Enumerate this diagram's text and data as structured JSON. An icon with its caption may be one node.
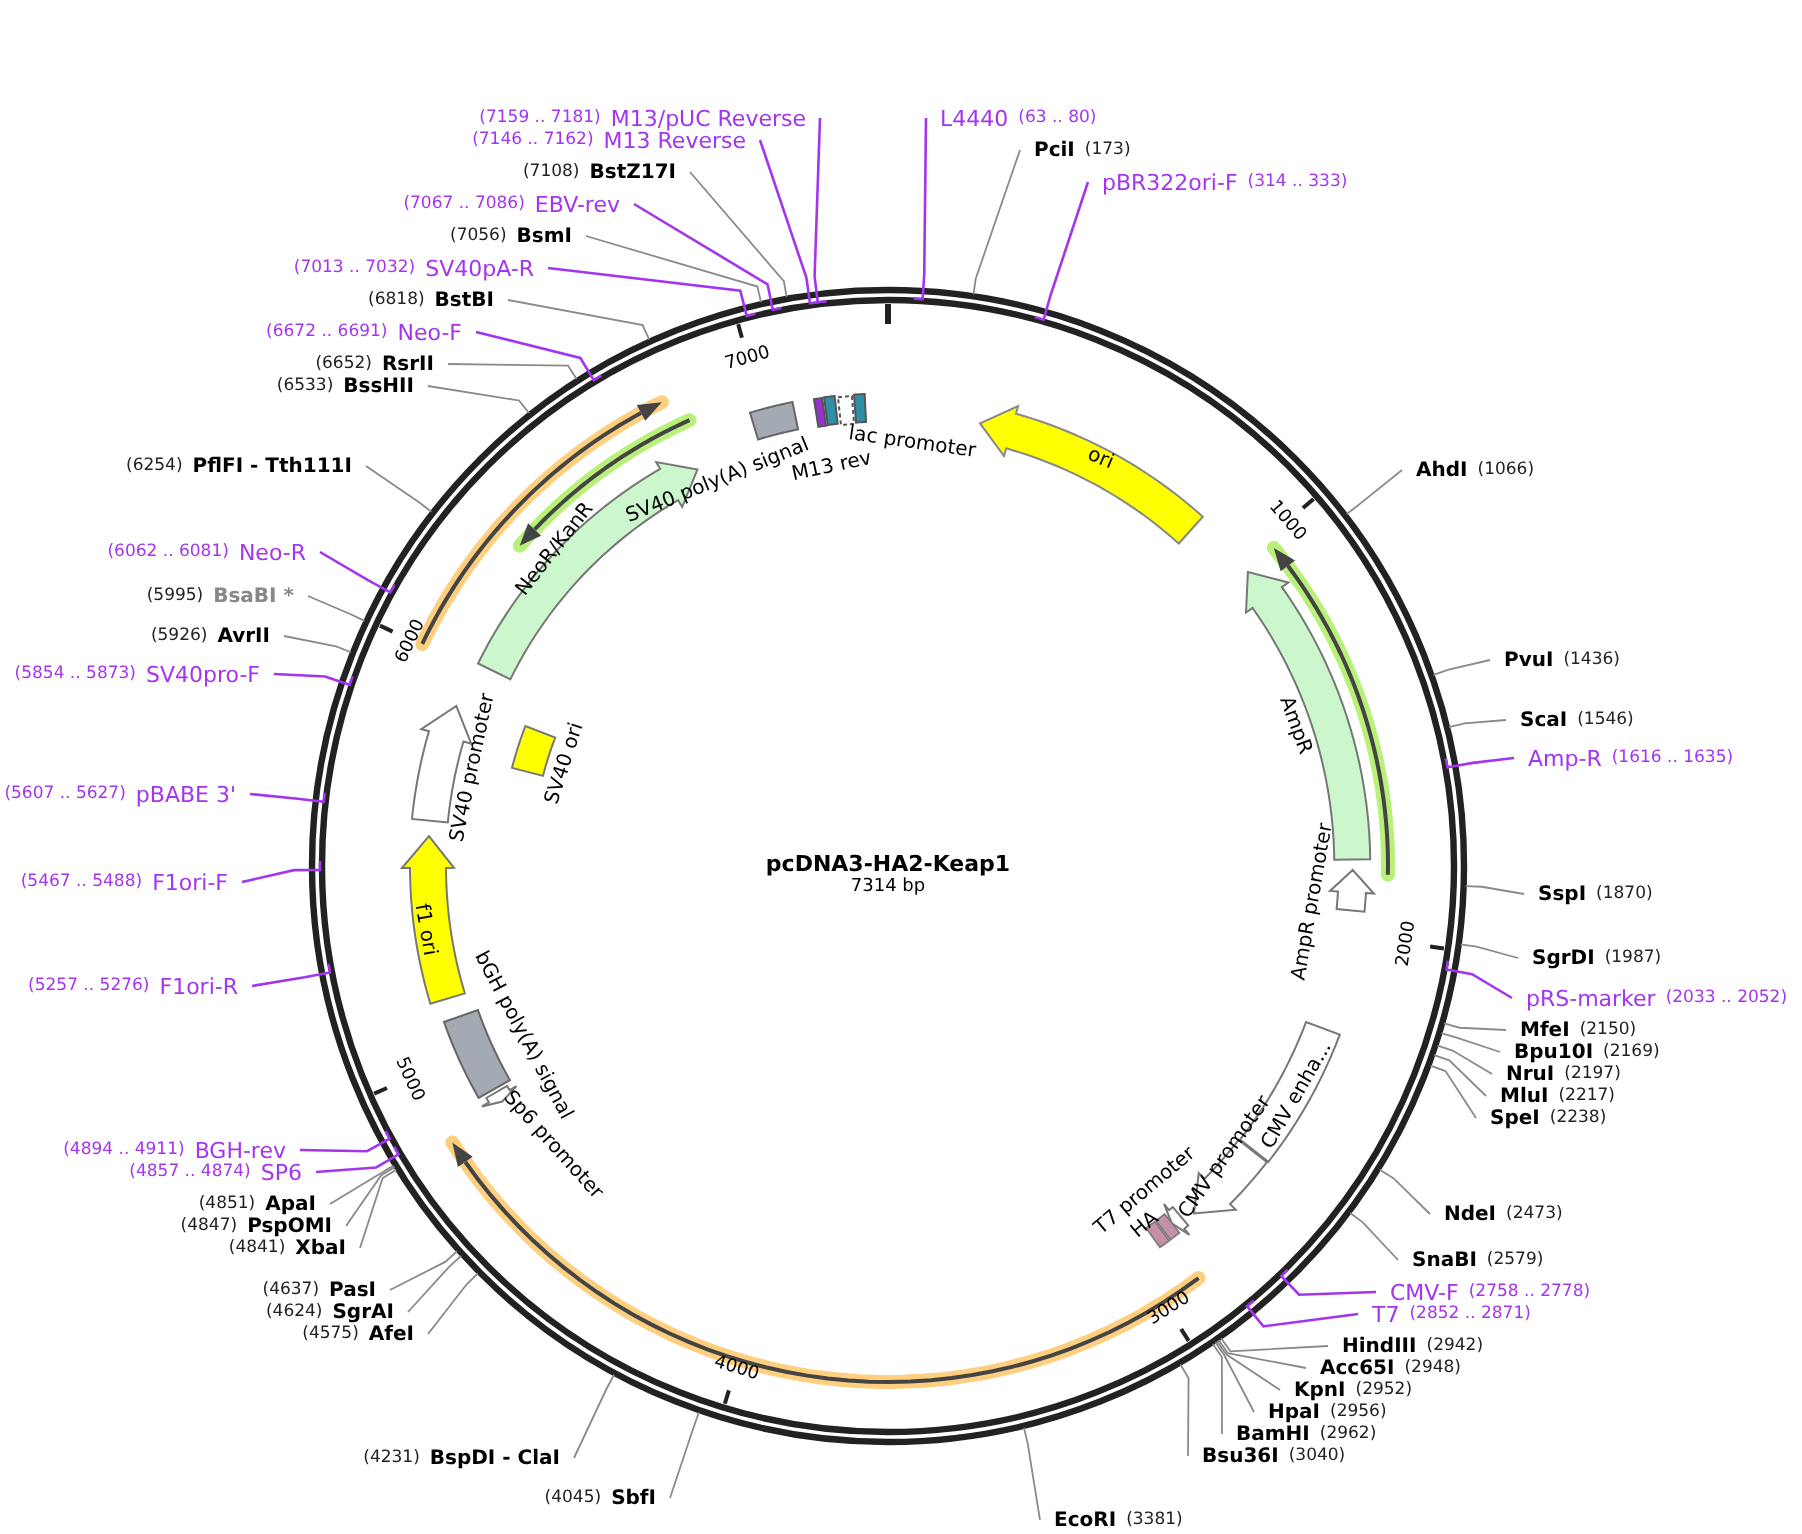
{
  "diagram": {
    "title": "pcDNA3-HA2-Keap1",
    "nodes": [
      {
        "text": [
          "(7159 .. 7181)",
          "M13/pUC Reverse"
        ]
      },
      {
        "text": [
          "(7146 .. 7162)",
          "M13 Reverse"
        ]
      },
      {
        "text": [
          "(7108)",
          "BstZ17I"
        ]
      },
      {
        "text": [
          "(7067 .. 7086)",
          "EBV-rev"
        ]
      },
      {
        "text": [
          "(7056)",
          "BsmI"
        ]
      },
      {
        "text": [
          "(7013 .. 7032)",
          "SV40pA-R"
        ]
      },
      {
        "text": [
          "(6818)",
          "BstBI"
        ]
      },
      {
        "text": [
          "(6672 .. 6691)",
          "Neo-F"
        ]
      },
      {
        "text": [
          "(6652)",
          "RsrII"
        ]
      },
      {
        "text": [
          "(6533)",
          "BssHII"
        ]
      },
      {
        "text": [
          "(6254)",
          "PflFI - Tth111I"
        ]
      },
      {
        "text": [
          "(6062 .. 6081)",
          "Neo-R"
        ]
      },
      {
        "text": [
          "(5995)",
          "BsaBI *"
        ]
      },
      {
        "text": [
          "(5926)",
          "AvrII"
        ]
      },
      {
        "text": [
          "(5854 .. 5873)",
          "SV40pro-F"
        ]
      },
      {
        "text": [
          "(5607 .. 5627)",
          "pBABE 3'"
        ]
      },
      {
        "text": [
          "(5467 .. 5488)",
          "F1ori-F"
        ]
      },
      {
        "text": [
          "(5257 .. 5276)",
          "F1ori-R"
        ]
      },
      {
        "text": [
          "(4894 .. 4911)",
          "BGH-rev"
        ]
      },
      {
        "text": [
          "(4857 .. 4874)",
          "SP6"
        ]
      },
      {
        "text": [
          "(4851)",
          "ApaI"
        ]
      },
      {
        "text": [
          "(4847)",
          "PspOMI"
        ]
      },
      {
        "text": [
          "(4841)",
          "XbaI"
        ]
      },
      {
        "text": [
          "(4637)",
          "PasI"
        ]
      },
      {
        "text": [
          "(4624)",
          "SgrAI"
        ]
      },
      {
        "text": [
          "(4575)",
          "AfeI"
        ]
      },
      {
        "text": [
          "(4231)",
          "BspDI - ClaI"
        ]
      },
      {
        "text": [
          "(4045)",
          "SbfI"
        ]
      },
      {
        "text": [
          "EcoRI",
          "(3381)"
        ]
      },
      {
        "text": [
          "Bsu36I",
          "(3040)"
        ]
      },
      {
        "text": [
          "BamHI",
          "(2962)"
        ]
      },
      {
        "text": [
          "HpaI",
          "(2956)"
        ]
      },
      {
        "text": [
          "KpnI",
          "(2952)"
        ]
      },
      {
        "text": [
          "Acc65I",
          "(2948)"
        ]
      },
      {
        "text": [
          "HindIII",
          "(2942)"
        ]
      },
      {
        "text": [
          "T7",
          "(2852 .. 2871)"
        ]
      },
      {
        "text": [
          "CMV-F",
          "(2758 .. 2778)"
        ]
      },
      {
        "text": [
          "SnaBI",
          "(2579)"
        ]
      },
      {
        "text": [
          "NdeI",
          "(2473)"
        ]
      },
      {
        "text": [
          "SpeI",
          "(2238)"
        ]
      },
      {
        "text": [
          "MluI",
          "(2217)"
        ]
      },
      {
        "text": [
          "NruI",
          "(2197)"
        ]
      },
      {
        "text": [
          "Bpu10I",
          "(2169)"
        ]
      },
      {
        "text": [
          "MfeI",
          "(2150)"
        ]
      },
      {
        "text": [
          "pRS-marker",
          "(2033 .. 2052)"
        ]
      },
      {
        "text": [
          "SgrDI",
          "(1987)"
        ]
      },
      {
        "text": [
          "SspI",
          "(1870)"
        ]
      },
      {
        "text": [
          "Amp-R",
          "(1616 .. 1635)"
        ]
      },
      {
        "text": [
          "ScaI",
          "(1546)"
        ]
      },
      {
        "text": [
          "PvuI",
          "(1436)"
        ]
      },
      {
        "text": [
          "AhdI",
          "(1066)"
        ]
      },
      {
        "text": [
          "pBR322ori-F",
          "(314 .. 333)"
        ]
      },
      {
        "text": [
          "PciI",
          "(173)"
        ]
      },
      {
        "text": [
          "L4440",
          "(63 .. 80)"
        ]
      },
      {
        "text": [
          "M13 rev"
        ]
      },
      {
        "text": [],
        "shape": "box"
      },
      {
        "text": [
          "lac promoter"
        ]
      },
      {
        "text": [],
        "shape": "box"
      },
      {
        "text": [
          "ori"
        ]
      },
      {
        "text": [
          "AmpR"
        ]
      },
      {
        "text": [
          "AmpR promoter"
        ]
      },
      {
        "text": [
          "CMV enha..."
        ]
      },
      {
        "text": [
          "CMV promoter"
        ]
      },
      {
        "text": [
          "T7 promoter"
        ]
      },
      {
        "text": [
          "HA"
        ]
      },
      {
        "text": [
          "bGH poly(A) signal"
        ]
      },
      {
        "text": [
          "Sp6 promoter"
        ]
      },
      {
        "text": [
          "f1 ori"
        ]
      },
      {
        "text": [
          "SV40 promoter"
        ]
      },
      {
        "text": [
          "SV40 ori"
        ]
      },
      {
        "text": [
          "NeoR/KanR"
        ]
      },
      {
        "text": [
          "SV40 poly(A) signal"
        ]
      }
    ],
    "edges": [
      {
        "from": 0,
        "to": null,
        "arrow": "none",
        "color": "#a335ee"
      },
      {
        "from": 1,
        "to": null,
        "arrow": "none",
        "color": "#a335ee"
      },
      {
        "from": 2,
        "to": null,
        "arrow": "none"
      },
      {
        "from": 3,
        "to": null,
        "arrow": "none",
        "color": "#a335ee"
      },
      {
        "from": 4,
        "to": null,
        "arrow": "none"
      },
      {
        "from": 5,
        "to": null,
        "arrow": "none",
        "color": "#a335ee"
      },
      {
        "from": 6,
        "to": null,
        "arrow": "none"
      },
      {
        "from": 7,
        "to": null,
        "arrow": "none",
        "color": "#a335ee"
      },
      {
        "from": 8,
        "to": null,
        "arrow": "none"
      },
      {
        "from": 9,
        "to": null,
        "arrow": "none"
      },
      {
        "from": 10,
        "to": null,
        "arrow": "none"
      },
      {
        "from": 11,
        "to": null,
        "arrow": "none",
        "color": "#a335ee"
      },
      {
        "from": 12,
        "to": null,
        "arrow": "none"
      },
      {
        "from": 13,
        "to": null,
        "arrow": "none"
      },
      {
        "from": 14,
        "to": null,
        "arrow": "none",
        "color": "#a335ee"
      },
      {
        "from": 15,
        "to": null,
        "arrow": "none",
        "color": "#a335ee"
      },
      {
        "from": 16,
        "to": null,
        "arrow": "none",
        "color": "#a335ee"
      },
      {
        "from": 17,
        "to": null,
        "arrow": "none",
        "color": "#a335ee"
      },
      {
        "from": 18,
        "to": null,
        "arrow": "none",
        "color": "#a335ee"
      },
      {
        "from": 19,
        "to": null,
        "arrow": "none",
        "color": "#a335ee"
      },
      {
        "from": 20,
        "to": null,
        "arrow": "none"
      },
      {
        "from": 21,
        "to": null,
        "arrow": "none"
      },
      {
        "from": 22,
        "to": null,
        "arrow": "none"
      },
      {
        "from": 23,
        "to": null,
        "arrow": "none"
      },
      {
        "from": 24,
        "to": null,
        "arrow": "none"
      },
      {
        "from": 25,
        "to": null,
        "arrow": "none"
      },
      {
        "from": 26,
        "to": null,
        "arrow": "none"
      },
      {
        "from": 27,
        "to": null,
        "arrow": "none"
      },
      {
        "from": 28,
        "to": null,
        "arrow": "none"
      },
      {
        "from": 29,
        "to": null,
        "arrow": "none"
      },
      {
        "from": 30,
        "to": null,
        "arrow": "none"
      },
      {
        "from": 31,
        "to": null,
        "arrow": "none"
      },
      {
        "from": 32,
        "to": null,
        "arrow": "none"
      },
      {
        "from": 33,
        "to": null,
        "arrow": "none"
      },
      {
        "from": 34,
        "to": null,
        "arrow": "none"
      },
      {
        "from": 35,
        "to": null,
        "arrow": "none",
        "color": "#a335ee"
      },
      {
        "from": 36,
        "to": null,
        "arrow": "none",
        "color": "#a335ee"
      },
      {
        "from": 37,
        "to": null,
        "arrow": "none"
      },
      {
        "from": 38,
        "to": null,
        "arrow": "none"
      },
      {
        "from": 39,
        "to": null,
        "arrow": "none"
      },
      {
        "from": 40,
        "to": null,
        "arrow": "none"
      },
      {
        "from": 41,
        "to": null,
        "arrow": "none"
      },
      {
        "from": 42,
        "to": null,
        "arrow": "none"
      },
      {
        "from": 43,
        "to": null,
        "arrow": "none"
      },
      {
        "from": 44,
        "to": null,
        "arrow": "none",
        "color": "#a335ee"
      },
      {
        "from": 45,
        "to": null,
        "arrow": "none"
      },
      {
        "from": 46,
        "to": null,
        "arrow": "none"
      },
      {
        "from": 47,
        "to": null,
        "arrow": "none",
        "color": "#a335ee"
      },
      {
        "from": 48,
        "to": null,
        "arrow": "none"
      },
      {
        "from": 49,
        "to": null,
        "arrow": "none"
      },
      {
        "from": 50,
        "to": null,
        "arrow": "none"
      },
      {
        "from": 51,
        "to": null,
        "arrow": "none",
        "color": "#a335ee"
      },
      {
        "from": 52,
        "to": null,
        "arrow": "none"
      },
      {
        "from": 53,
        "to": null,
        "arrow": "none",
        "color": "#a335ee"
      }
    ],
    "labels": [
      "7314 bp",
      "1000",
      "2000",
      "3000",
      "4000",
      "5000",
      "6000",
      "7000"
    ]
  }
}
